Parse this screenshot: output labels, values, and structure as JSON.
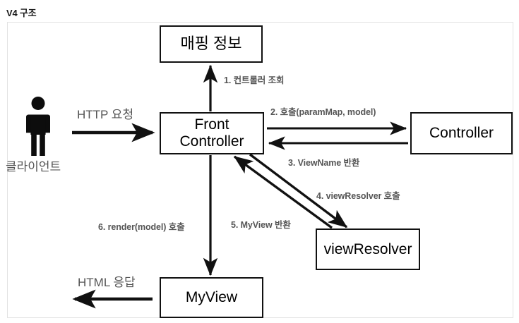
{
  "page": {
    "title": "V4 구조"
  },
  "diagram": {
    "nodes": [
      {
        "id": "mapping-info",
        "label": "매핑 정보"
      },
      {
        "id": "front-controller",
        "label": "Front\nController"
      },
      {
        "id": "controller",
        "label": "Controller"
      },
      {
        "id": "view-resolver",
        "label": "viewResolver"
      },
      {
        "id": "my-view",
        "label": "MyView"
      }
    ],
    "edge_labels": [
      {
        "id": "step-1",
        "text": "1. 컨트롤러 조회"
      },
      {
        "id": "step-2",
        "text": "2. 호출(paramMap, model)"
      },
      {
        "id": "step-3",
        "text": "3. ViewName 반환"
      },
      {
        "id": "step-4",
        "text": "4. viewResolver 호출"
      },
      {
        "id": "step-5",
        "text": "5. MyView 반환"
      },
      {
        "id": "step-6",
        "text": "6. render(model) 호출"
      }
    ],
    "external_labels": {
      "client": "클라이언트",
      "http_request": "HTTP 요청",
      "http_response": "HTML 응답"
    },
    "colors": {
      "node_border": "#111111",
      "node_fill": "#ffffff",
      "edge_stroke": "#111111",
      "label_text": "#555555",
      "frame_border": "#e3e3e3",
      "title_text": "#1a1a1a",
      "client_icon": "#0d0d0d"
    },
    "icons": {
      "client": "person-icon"
    }
  }
}
